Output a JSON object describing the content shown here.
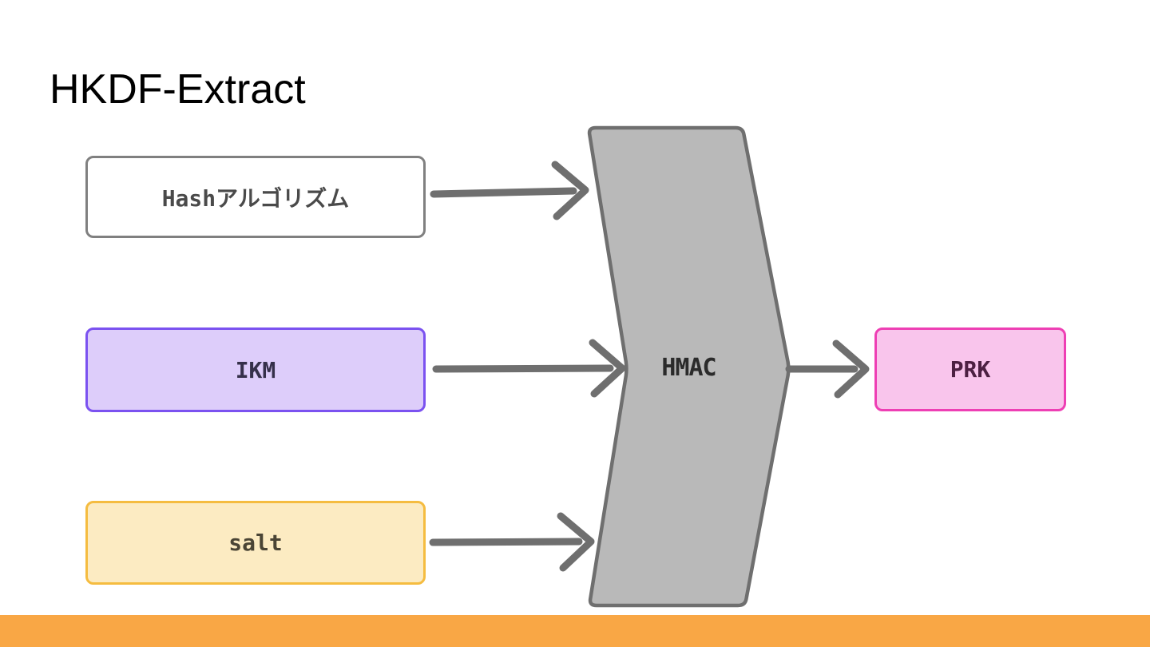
{
  "slide": {
    "title": "HKDF-Extract",
    "accent_bar_color": "#F9A745",
    "background_color": "#FFFFFF"
  },
  "diagram": {
    "type": "flowchart",
    "line_color": "#6F6F6F",
    "nodes": [
      {
        "id": "hash",
        "label": "Hashアルゴリズム",
        "shape": "rectangle",
        "fill": "#FFFFFF",
        "border": "#808080",
        "text_color": "#4A4A4A"
      },
      {
        "id": "ikm",
        "label": "IKM",
        "shape": "rectangle",
        "fill": "#DDCDFA",
        "border": "#7B52F0",
        "text_color": "#35304A"
      },
      {
        "id": "salt",
        "label": "salt",
        "shape": "rectangle",
        "fill": "#FCEBC2",
        "border": "#F5BC40",
        "text_color": "#4A4435"
      },
      {
        "id": "hmac",
        "label": "HMAC",
        "shape": "chevron",
        "fill": "#B9B9B9",
        "border": "#6F6F6F",
        "text_color": "#2B2B2B"
      },
      {
        "id": "prk",
        "label": "PRK",
        "shape": "rectangle",
        "fill": "#F9C5EC",
        "border": "#EE3FB4",
        "text_color": "#4D2042"
      }
    ],
    "edges": [
      {
        "from": "hash",
        "to": "hmac"
      },
      {
        "from": "ikm",
        "to": "hmac"
      },
      {
        "from": "salt",
        "to": "hmac"
      },
      {
        "from": "hmac",
        "to": "prk"
      }
    ]
  }
}
